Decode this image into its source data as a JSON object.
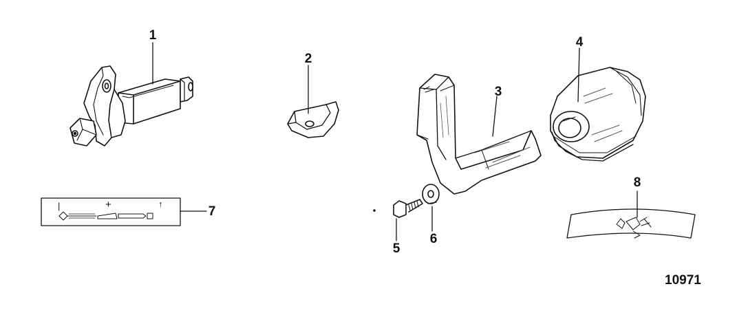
{
  "diagram": {
    "callouts": [
      "1",
      "2",
      "3",
      "4",
      "5",
      "6",
      "7",
      "8"
    ],
    "figure_number": "10971",
    "decal_7_marks": [
      "|",
      "+",
      "↑"
    ],
    "colors": {
      "ink": "#111111",
      "shade": "#cfcfcf",
      "paper": "#ffffff"
    }
  }
}
